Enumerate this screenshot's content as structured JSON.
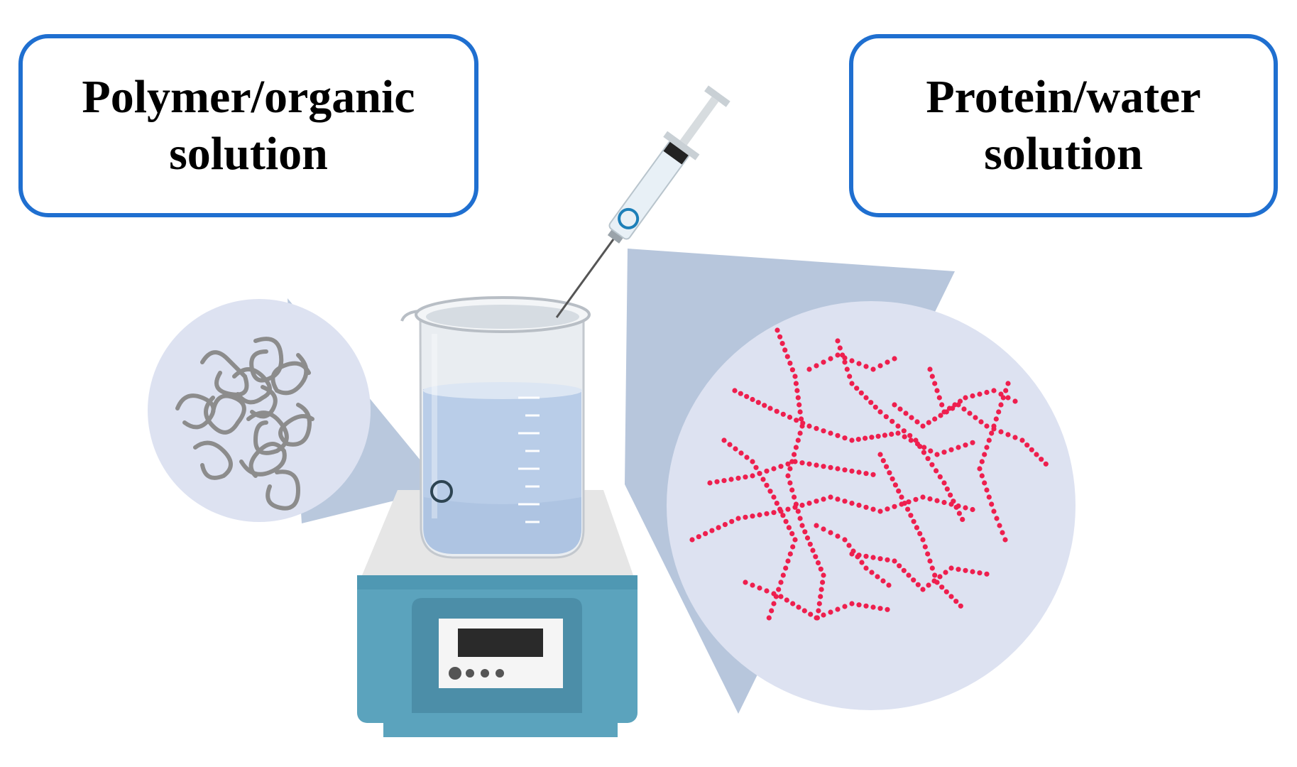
{
  "labels": {
    "left": {
      "line1": "Polymer/organic",
      "line2": "solution"
    },
    "right": {
      "line1": "Protein/water",
      "line2": "solution"
    }
  },
  "colors": {
    "box_border": "#1f6fd0",
    "callout_fill": "#dde2f1",
    "callout_cone": "#b7c6dc",
    "polymer_coil": "#8c8c8c",
    "protein_dot": "#ee1f4e",
    "stirrer_body": "#5ba3bd",
    "liquid": "#b9cde8"
  },
  "icons": [
    "beaker-icon",
    "syringe-icon",
    "hot-plate-stirrer-icon",
    "polymer-coil-icon",
    "protein-chain-icon"
  ]
}
